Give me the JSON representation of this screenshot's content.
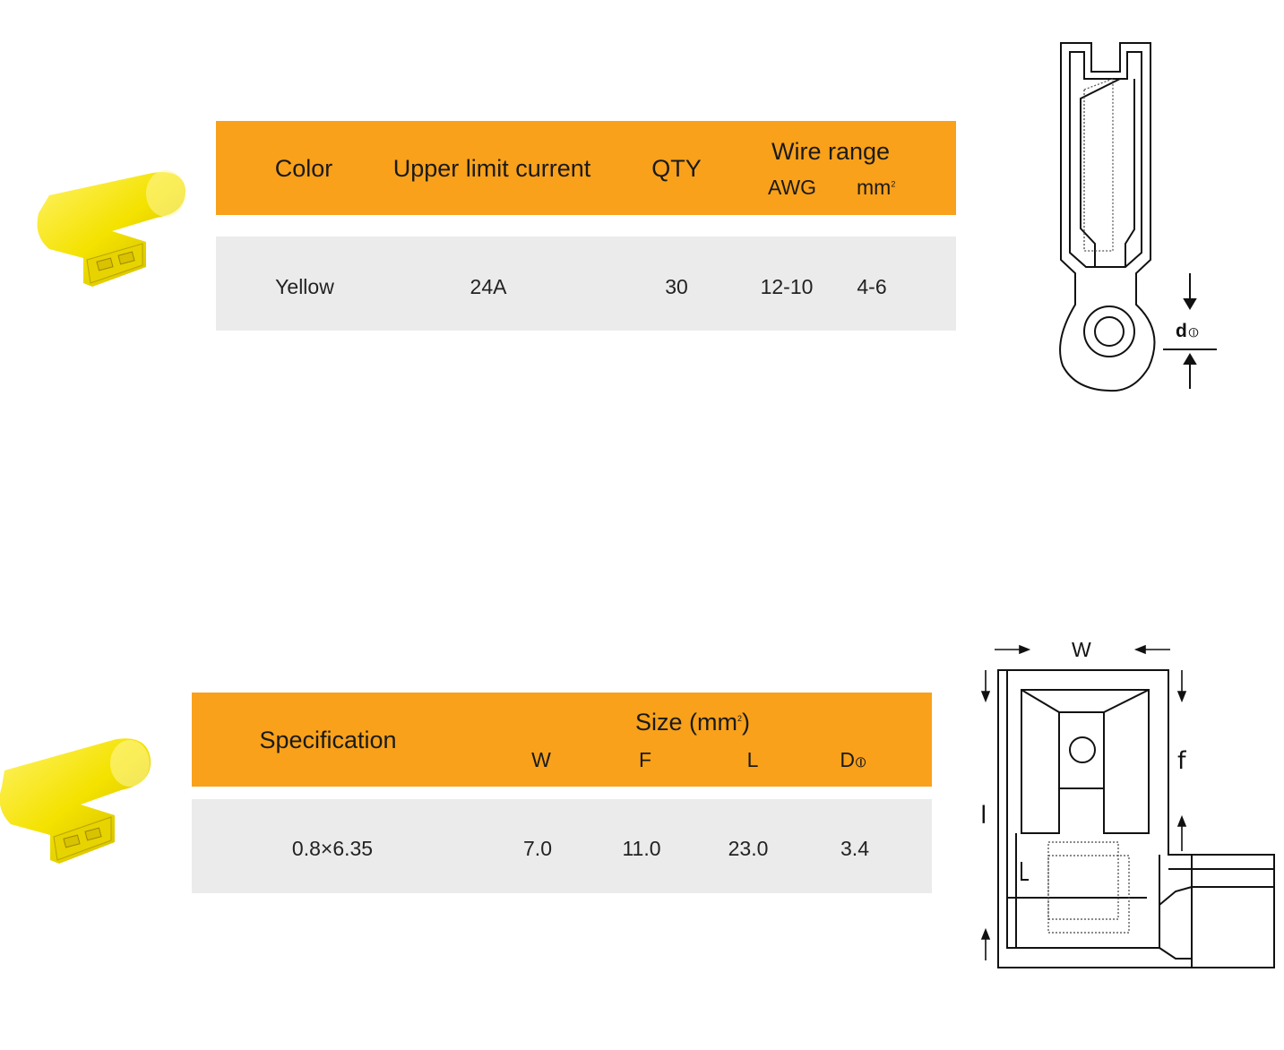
{
  "table1": {
    "headers": {
      "color": "Color",
      "upper_limit_current": "Upper limit current",
      "qty": "QTY",
      "wire_range": "Wire range",
      "awg": "AWG",
      "mm": "mm",
      "mm_sup": "2"
    },
    "row": {
      "color": "Yellow",
      "current": "24A",
      "qty": "30",
      "awg": "12-10",
      "mm": "4-6"
    }
  },
  "table2": {
    "headers": {
      "specification": "Specification",
      "size": "Size (mm",
      "size_sup": "2",
      "size_close": ")",
      "w": "W",
      "f": "F",
      "l": "L",
      "d": "D"
    },
    "row": {
      "specification": "0.8×6.35",
      "w": "7.0",
      "f": "11.0",
      "l": "23.0",
      "d": "3.4"
    }
  },
  "diagram1": {
    "label": "d",
    "icon": "phi-symbol-icon"
  },
  "diagram2": {
    "w_label": "W",
    "f_label": "f",
    "l_label": "l"
  },
  "colors": {
    "header_bar": "#f9a11b",
    "row_bar": "#ebebeb",
    "connector_yellow": "#f2e000"
  }
}
